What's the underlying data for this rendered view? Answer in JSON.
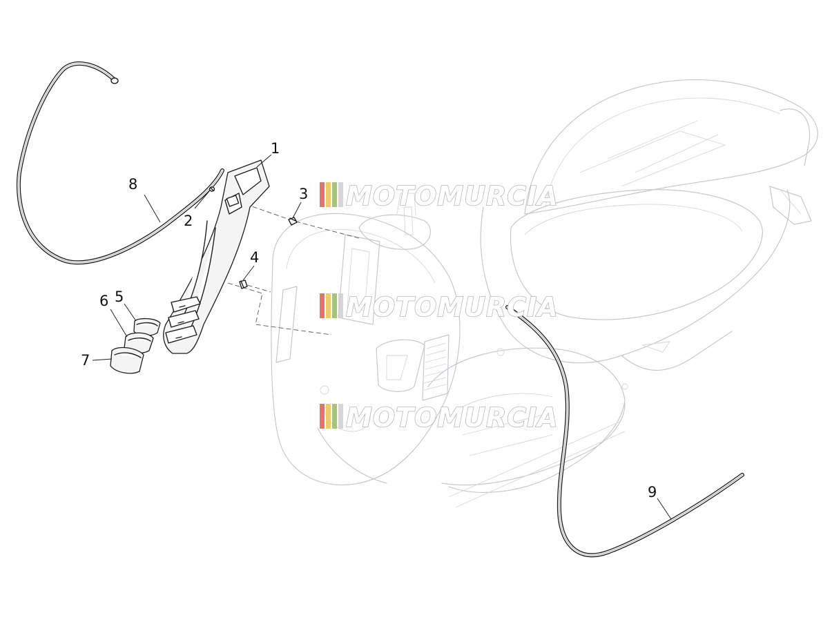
{
  "diagram": {
    "callouts": [
      {
        "id": "1",
        "label": "1"
      },
      {
        "id": "2",
        "label": "2"
      },
      {
        "id": "3",
        "label": "3"
      },
      {
        "id": "4",
        "label": "4"
      },
      {
        "id": "5",
        "label": "5"
      },
      {
        "id": "6",
        "label": "6"
      },
      {
        "id": "7",
        "label": "7"
      },
      {
        "id": "8",
        "label": "8"
      },
      {
        "id": "9",
        "label": "9"
      }
    ],
    "watermark": {
      "text": "MOTOMURCIA",
      "stripe_colors": [
        "#e05a4f",
        "#f0c24b",
        "#8fbf5a",
        "#cfcfcf"
      ]
    },
    "colors": {
      "ghost_line": "#c4c8ce",
      "part_line": "#1c1c1c",
      "background": "#ffffff"
    }
  }
}
